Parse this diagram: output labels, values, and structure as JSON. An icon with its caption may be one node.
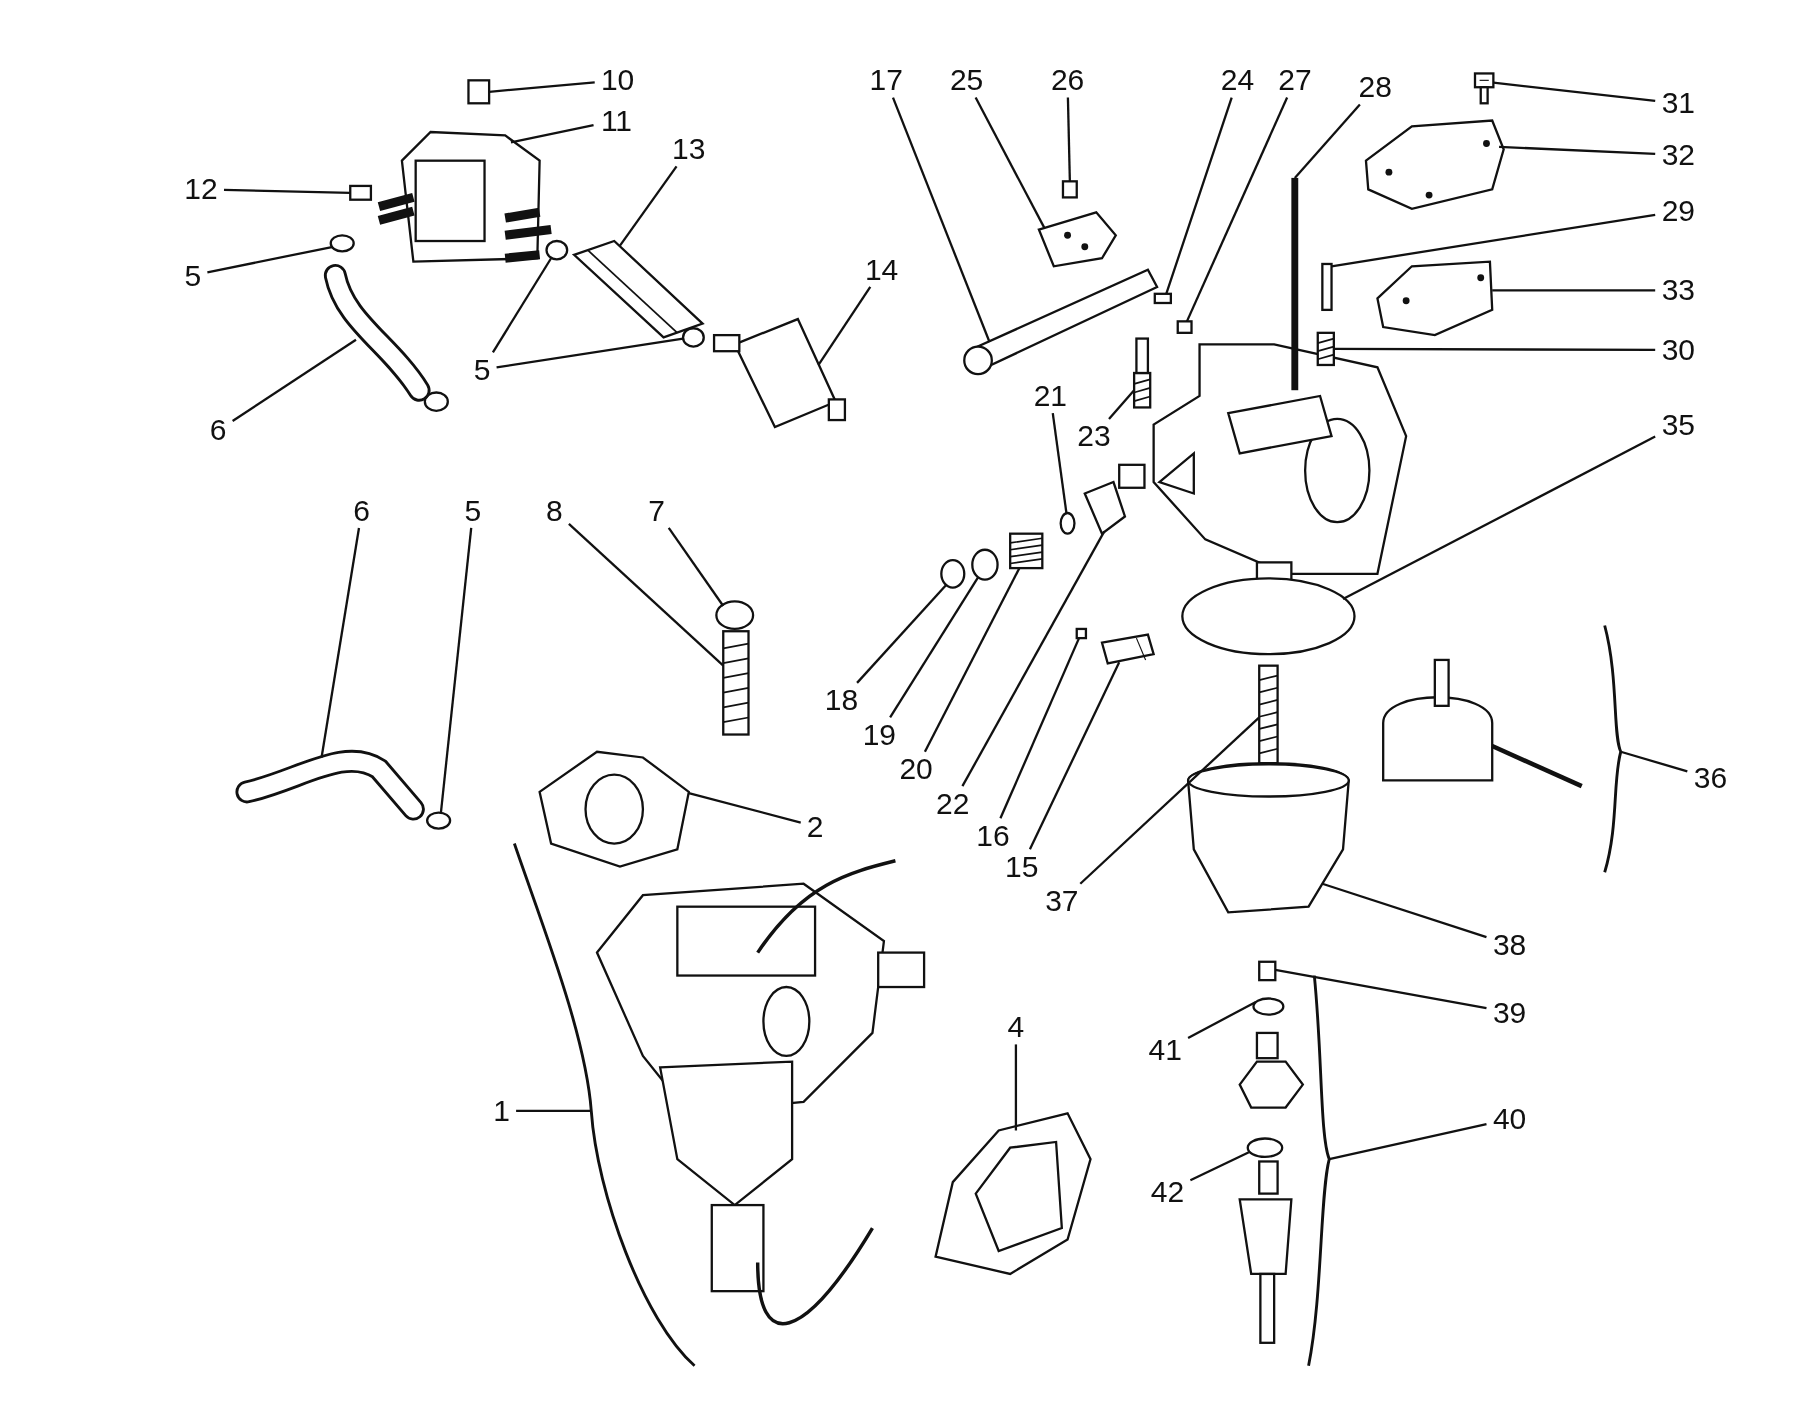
{
  "diagram": {
    "nodes": [
      {
        "text": [
          "10"
        ]
      },
      {
        "text": [
          "11"
        ]
      },
      {
        "text": [
          "12"
        ]
      },
      {
        "text": [
          "5"
        ]
      },
      {
        "text": [
          "13"
        ]
      },
      {
        "text": [
          "14"
        ]
      },
      {
        "text": [
          "5"
        ]
      },
      {
        "text": [
          "6"
        ]
      },
      {
        "text": [
          "6"
        ]
      },
      {
        "text": [
          "5"
        ]
      },
      {
        "text": [
          "8"
        ]
      },
      {
        "text": [
          "7"
        ]
      },
      {
        "text": [
          "17"
        ]
      },
      {
        "text": [
          "25"
        ]
      },
      {
        "text": [
          "26"
        ]
      },
      {
        "text": [
          "24"
        ]
      },
      {
        "text": [
          "27"
        ]
      },
      {
        "text": [
          "28"
        ]
      },
      {
        "text": [
          "31"
        ]
      },
      {
        "text": [
          "32"
        ]
      },
      {
        "text": [
          "29"
        ]
      },
      {
        "text": [
          "33"
        ]
      },
      {
        "text": [
          "30"
        ]
      },
      {
        "text": [
          "35"
        ]
      },
      {
        "text": [
          "21"
        ]
      },
      {
        "text": [
          "23"
        ]
      },
      {
        "text": [
          "18"
        ]
      },
      {
        "text": [
          "19"
        ]
      },
      {
        "text": [
          "20"
        ]
      },
      {
        "text": [
          "22"
        ]
      },
      {
        "text": [
          "16"
        ]
      },
      {
        "text": [
          "15"
        ]
      },
      {
        "text": [
          "37"
        ]
      },
      {
        "text": [
          "36"
        ]
      },
      {
        "text": [
          "2"
        ]
      },
      {
        "text": [
          "1"
        ]
      },
      {
        "text": [
          "4"
        ]
      },
      {
        "text": [
          "38"
        ]
      },
      {
        "text": [
          "39"
        ]
      },
      {
        "text": [
          "41"
        ]
      },
      {
        "text": [
          "40"
        ]
      },
      {
        "text": [
          "42"
        ]
      },
      {
        "text": [],
        "shape": "box"
      },
      {
        "text": [],
        "shape": "picture"
      },
      {
        "text": [],
        "shape": "box"
      },
      {
        "text": [],
        "shape": "circle"
      },
      {
        "text": [],
        "shape": "picture"
      },
      {
        "text": [],
        "shape": "picture"
      },
      {
        "text": [],
        "shape": "circle"
      },
      {
        "text": [],
        "shape": "circle"
      },
      {
        "text": [],
        "shape": "picture"
      },
      {
        "text": [],
        "shape": "picture"
      },
      {
        "text": [],
        "shape": "circle"
      },
      {
        "text": [],
        "shape": "picture"
      },
      {
        "text": [],
        "shape": "circle"
      },
      {
        "text": [],
        "shape": "picture"
      },
      {
        "text": [],
        "shape": "picture"
      },
      {
        "text": [],
        "shape": "box"
      },
      {
        "text": [],
        "shape": "box"
      },
      {
        "text": [],
        "shape": "box"
      },
      {
        "text": [],
        "shape": "bar"
      },
      {
        "text": [],
        "shape": "picture"
      },
      {
        "text": [],
        "shape": "picture"
      },
      {
        "text": [],
        "shape": "box"
      },
      {
        "text": [],
        "shape": "picture"
      },
      {
        "text": [],
        "shape": "picture"
      },
      {
        "text": [],
        "shape": "circle"
      },
      {
        "text": [],
        "shape": "circle"
      },
      {
        "text": [],
        "shape": "picture"
      },
      {
        "text": [],
        "shape": "circle"
      },
      {
        "text": [],
        "shape": "circle"
      },
      {
        "text": [],
        "shape": "picture"
      },
      {
        "text": [],
        "shape": "picture"
      },
      {
        "text": [],
        "shape": "box"
      },
      {
        "text": [],
        "shape": "picture"
      },
      {
        "text": [],
        "shape": "picture"
      },
      {
        "text": [],
        "shape": "bracket"
      },
      {
        "text": [],
        "shape": "picture"
      },
      {
        "text": [],
        "shape": "bracket"
      },
      {
        "text": [],
        "shape": "picture"
      },
      {
        "text": [],
        "shape": "picture"
      },
      {
        "text": [],
        "shape": "box"
      },
      {
        "text": [],
        "shape": "circle"
      },
      {
        "text": [],
        "shape": "bracket"
      },
      {
        "text": [],
        "shape": "circle"
      }
    ],
    "edges": [
      {
        "from": 0,
        "to": 42,
        "arrow": "none"
      },
      {
        "from": 1,
        "to": 43,
        "arrow": "none"
      },
      {
        "from": 2,
        "to": 44,
        "arrow": "none"
      },
      {
        "from": 3,
        "to": 45,
        "arrow": "none"
      },
      {
        "from": 4,
        "to": 46,
        "arrow": "none"
      },
      {
        "from": 5,
        "to": 47,
        "arrow": "none"
      },
      {
        "from": 6,
        "to": 48,
        "arrow": "none"
      },
      {
        "from": 6,
        "to": 49,
        "arrow": "none"
      },
      {
        "from": 7,
        "to": 50,
        "arrow": "none"
      },
      {
        "from": 8,
        "to": 51,
        "arrow": "none"
      },
      {
        "from": 9,
        "to": 52,
        "arrow": "none"
      },
      {
        "from": 10,
        "to": 53,
        "arrow": "none"
      },
      {
        "from": 11,
        "to": 54,
        "arrow": "none"
      },
      {
        "from": 12,
        "to": 55,
        "arrow": "none"
      },
      {
        "from": 13,
        "to": 56,
        "arrow": "none"
      },
      {
        "from": 14,
        "to": 57,
        "arrow": "none"
      },
      {
        "from": 15,
        "to": 58,
        "arrow": "none"
      },
      {
        "from": 16,
        "to": 59,
        "arrow": "none"
      },
      {
        "from": 17,
        "to": 60,
        "arrow": "none"
      },
      {
        "from": 18,
        "to": 61,
        "arrow": "none"
      },
      {
        "from": 19,
        "to": 62,
        "arrow": "none"
      },
      {
        "from": 20,
        "to": 63,
        "arrow": "none"
      },
      {
        "from": 21,
        "to": 64,
        "arrow": "none"
      },
      {
        "from": 22,
        "to": 65,
        "arrow": "none"
      },
      {
        "from": 23,
        "to": 66,
        "arrow": "none"
      },
      {
        "from": 24,
        "to": 67,
        "arrow": "none"
      },
      {
        "from": 25,
        "to": 68,
        "arrow": "none"
      },
      {
        "from": 26,
        "to": 69,
        "arrow": "none"
      },
      {
        "from": 27,
        "to": 70,
        "arrow": "none"
      },
      {
        "from": 28,
        "to": 71,
        "arrow": "none"
      },
      {
        "from": 29,
        "to": 72,
        "arrow": "none"
      },
      {
        "from": 30,
        "to": 73,
        "arrow": "none"
      },
      {
        "from": 31,
        "to": 74,
        "arrow": "none"
      },
      {
        "from": 32,
        "to": 75,
        "arrow": "none"
      },
      {
        "from": 33,
        "to": 76,
        "arrow": "none"
      },
      {
        "from": 34,
        "to": 77,
        "arrow": "none"
      },
      {
        "from": 35,
        "to": 78,
        "arrow": "none"
      },
      {
        "from": 36,
        "to": 79,
        "arrow": "none"
      },
      {
        "from": 37,
        "to": 80,
        "arrow": "none"
      },
      {
        "from": 38,
        "to": 81,
        "arrow": "none"
      },
      {
        "from": 39,
        "to": 82,
        "arrow": "none"
      },
      {
        "from": 40,
        "to": 83,
        "arrow": "none"
      },
      {
        "from": 41,
        "to": 84,
        "arrow": "none"
      }
    ]
  }
}
